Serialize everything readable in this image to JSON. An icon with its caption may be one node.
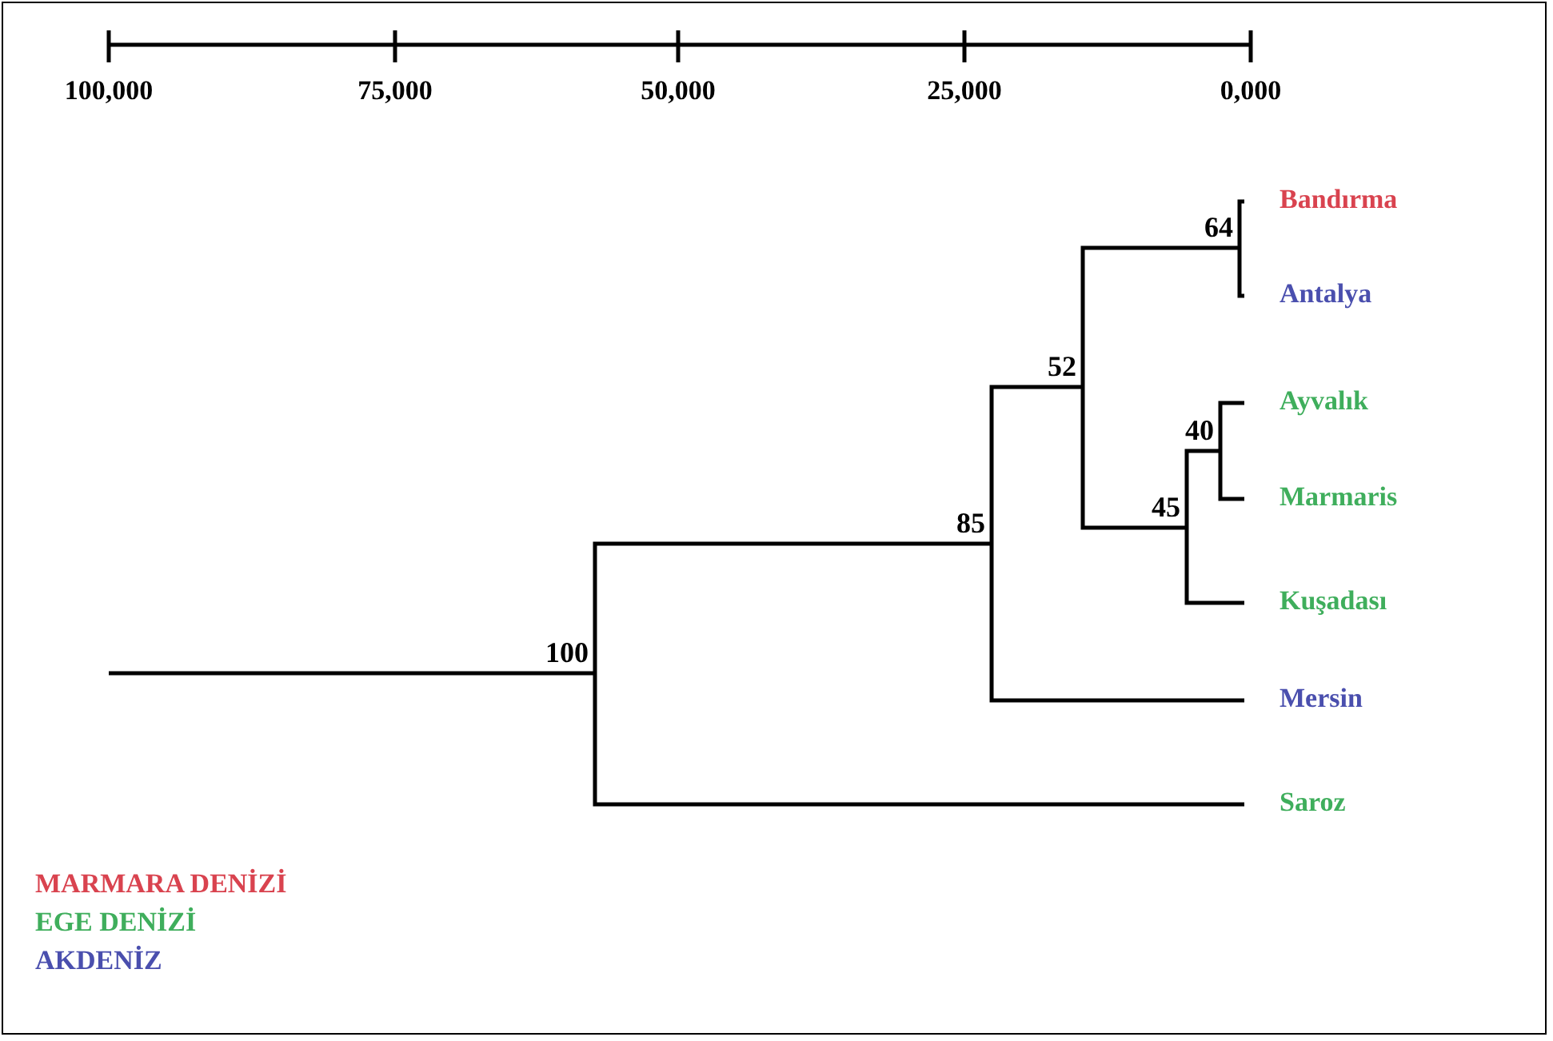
{
  "diagram": {
    "nodes": [
      {
        "text": [
          "100"
        ]
      },
      {
        "text": [
          "85"
        ]
      },
      {
        "text": [
          "52"
        ]
      },
      {
        "text": [
          "64"
        ]
      },
      {
        "text": [
          "Bandırma"
        ]
      },
      {
        "text": [
          "Antalya"
        ]
      },
      {
        "text": [
          "45"
        ]
      },
      {
        "text": [
          "40"
        ]
      },
      {
        "text": [
          "Ayvalık"
        ]
      },
      {
        "text": [
          "Marmaris"
        ]
      },
      {
        "text": [
          "Kuşadası"
        ]
      },
      {
        "text": [
          "Mersin"
        ]
      },
      {
        "text": [
          "Saroz"
        ]
      }
    ],
    "edges": [
      {
        "from": null,
        "to": 0,
        "arrow": "none"
      },
      {
        "from": 0,
        "to": 1,
        "arrow": "none"
      },
      {
        "from": 0,
        "to": 12,
        "arrow": "none"
      },
      {
        "from": 1,
        "to": 2,
        "arrow": "none"
      },
      {
        "from": 1,
        "to": 11,
        "arrow": "none"
      },
      {
        "from": 2,
        "to": 3,
        "arrow": "none"
      },
      {
        "from": 2,
        "to": 6,
        "arrow": "none"
      },
      {
        "from": 3,
        "to": 4,
        "arrow": "none"
      },
      {
        "from": 3,
        "to": 5,
        "arrow": "none"
      },
      {
        "from": 6,
        "to": 7,
        "arrow": "none"
      },
      {
        "from": 6,
        "to": 10,
        "arrow": "none"
      },
      {
        "from": 7,
        "to": 8,
        "arrow": "none"
      },
      {
        "from": 7,
        "to": 9,
        "arrow": "none"
      }
    ],
    "labels": [
      "100,000",
      "75,000",
      "50,000",
      "25,000",
      "0,000"
    ],
    "legend": [
      {
        "text": "MARMARA DENİZİ",
        "color": "#d9434f"
      },
      {
        "text": "EGE DENİZİ",
        "color": "#3fae5c"
      },
      {
        "text": "AKDENİZ",
        "color": "#4a4fae"
      }
    ]
  }
}
